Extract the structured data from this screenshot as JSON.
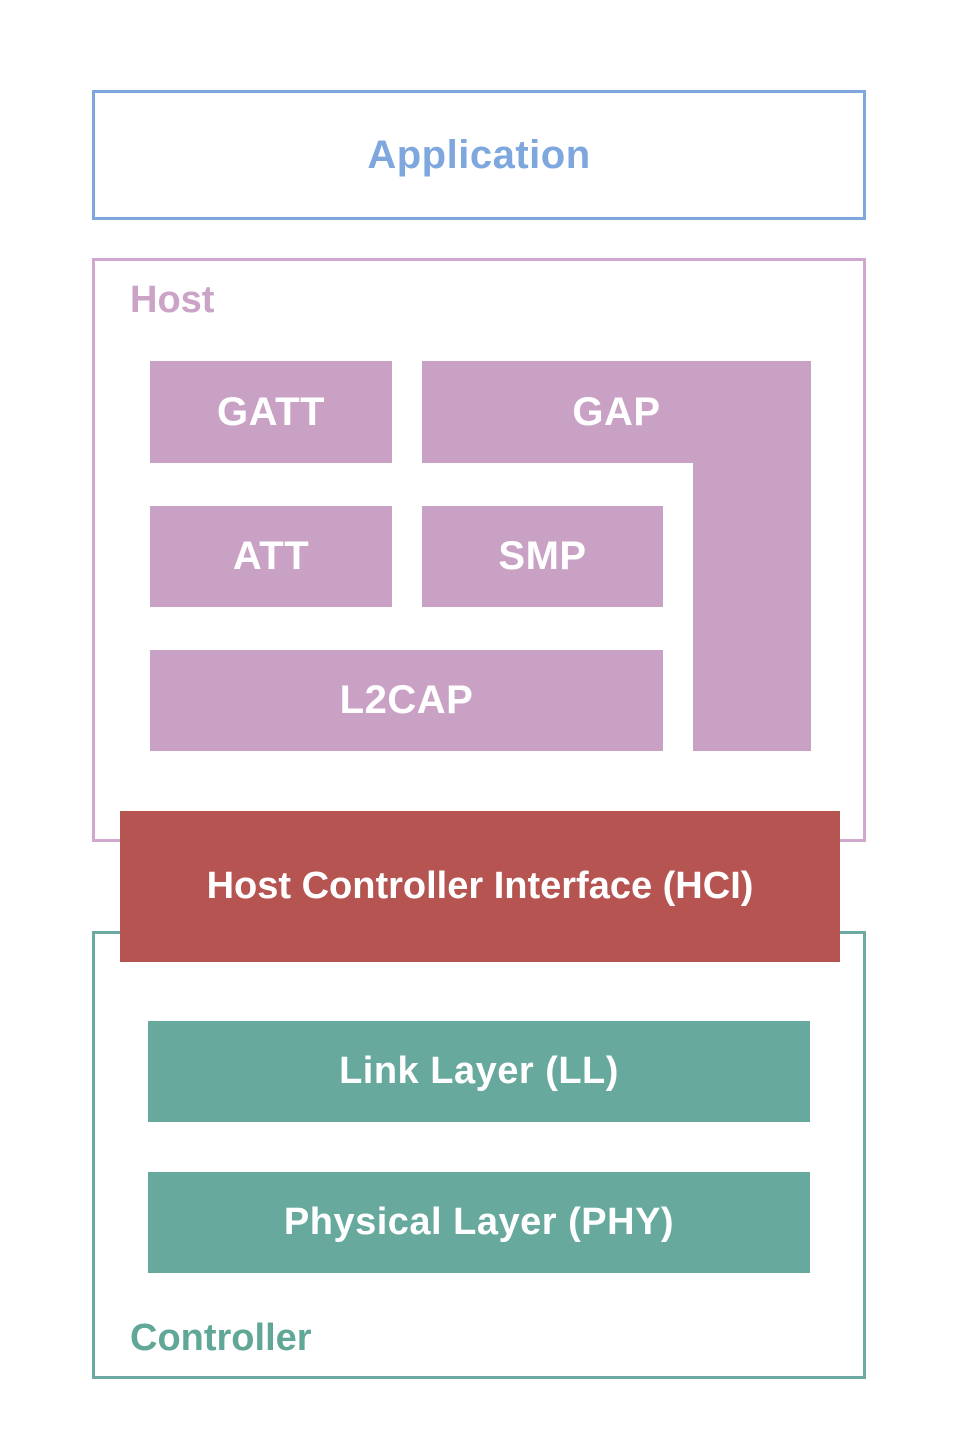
{
  "application": {
    "label": "Application"
  },
  "host": {
    "label": "Host",
    "blocks": {
      "gatt": "GATT",
      "gap": "GAP",
      "att": "ATT",
      "smp": "SMP",
      "l2cap": "L2CAP"
    }
  },
  "hci": {
    "label": "Host Controller Interface (HCI)"
  },
  "controller": {
    "label": "Controller",
    "blocks": {
      "link_layer": "Link Layer (LL)",
      "physical_layer": "Physical Layer (PHY)"
    }
  },
  "colors": {
    "application_accent": "#7da7dd",
    "host_border": "#d1a8cd",
    "host_label": "#cba3c7",
    "host_block_fill": "#c9a1c5",
    "hci_fill": "#b55450",
    "controller_border": "#6ca9a0",
    "controller_label": "#60a797",
    "controller_block_fill": "#68a99e",
    "block_text": "#ffffff"
  }
}
